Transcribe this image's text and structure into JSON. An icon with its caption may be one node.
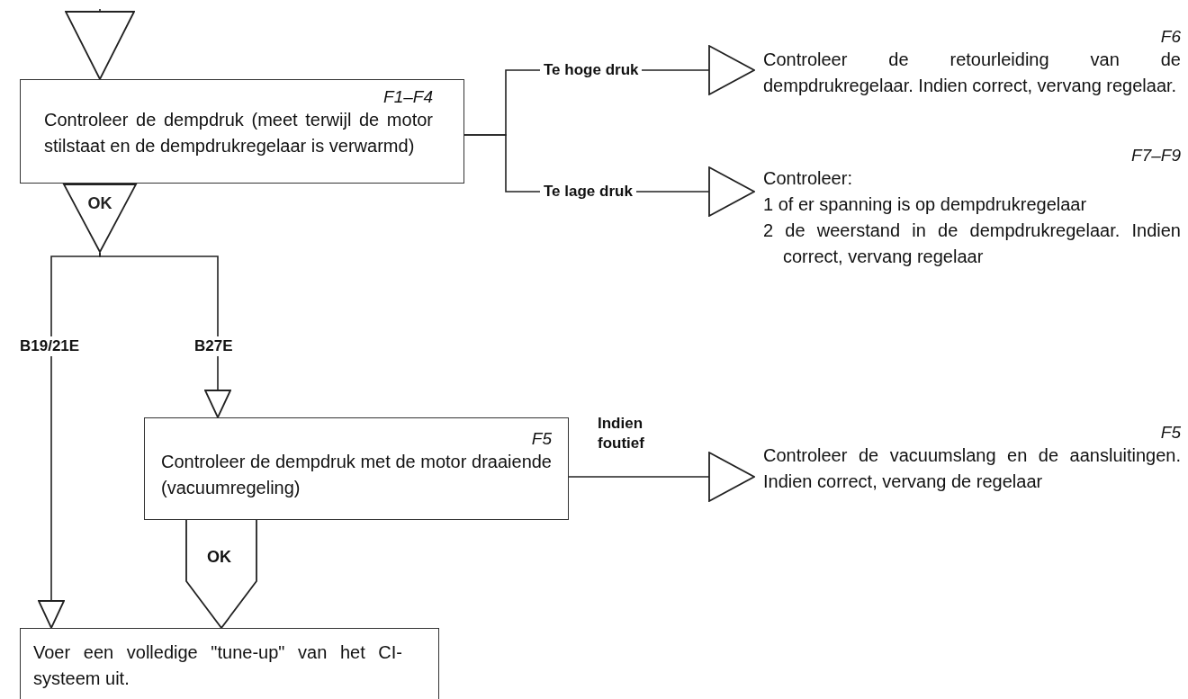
{
  "diagram": {
    "nodes": [
      {
        "text": [
          "F1–F4",
          "Controleer de dempdruk (meet terwijl de motor stilstaat en de dempdrukregelaar is verwarmd)"
        ]
      },
      {
        "text": [
          "F6",
          "Controleer de retourleiding van de dempdrukregelaar. Indien correct, vervang regelaar."
        ]
      },
      {
        "text": [
          "F7–F9",
          "Controleer:",
          "1 of er spanning is op dempdrukregelaar",
          "2 de weerstand in de dempdrukregelaar. Indien correct, vervang regelaar"
        ]
      },
      {
        "text": [
          "OK"
        ]
      },
      {
        "text": [
          "F5",
          "Controleer de dempdruk met de motor draaiende (vacuumregeling)"
        ]
      },
      {
        "text": [
          "F5",
          "Controleer de vacuumslang en de aansluitingen. Indien correct, vervang de regelaar"
        ]
      },
      {
        "text": [
          "Voer een volledige \"tune-up\" van het CI-systeem uit."
        ]
      }
    ],
    "edges": [
      {
        "from": null,
        "to": 0,
        "arrow": "to"
      },
      {
        "from": 0,
        "to": 1,
        "label": "Te hoge druk",
        "arrow": "to"
      },
      {
        "from": 0,
        "to": 2,
        "label": "Te lage druk",
        "arrow": "to"
      },
      {
        "from": 3,
        "to": 6,
        "label": "B19/21E",
        "arrow": "to"
      },
      {
        "from": 3,
        "to": 4,
        "label": "B27E",
        "arrow": "to"
      },
      {
        "from": 4,
        "to": 5,
        "label": "Indien foutief",
        "arrow": "to"
      },
      {
        "from": 4,
        "to": 6,
        "label": "OK",
        "arrow": "to"
      }
    ]
  }
}
